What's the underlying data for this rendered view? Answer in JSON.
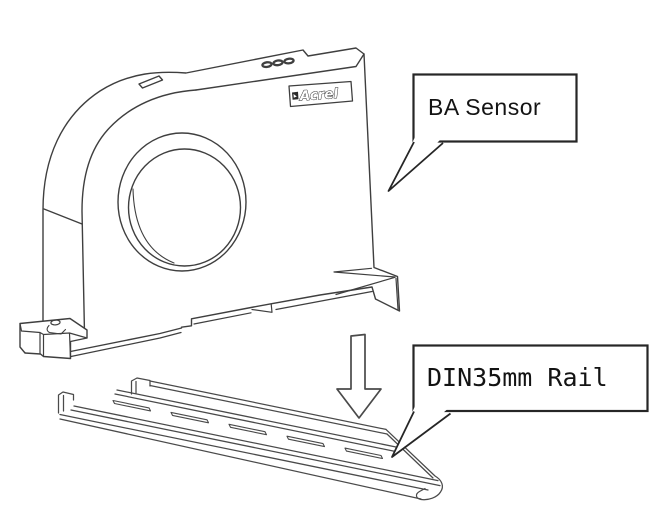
{
  "diagram": {
    "background_color": "#ffffff",
    "line_color": "#3f3f3f",
    "callout_border_color": "#262626",
    "label_color": "#131313",
    "callouts": {
      "ba_sensor": {
        "label": "BA Sensor"
      },
      "din_rail": {
        "label": "DIN35mm Rail"
      }
    },
    "sensor": {
      "logo_text": "Acrel",
      "vent_count": 3
    },
    "rail": {
      "slot_count": 5
    },
    "arrow": {
      "direction": "down"
    }
  }
}
